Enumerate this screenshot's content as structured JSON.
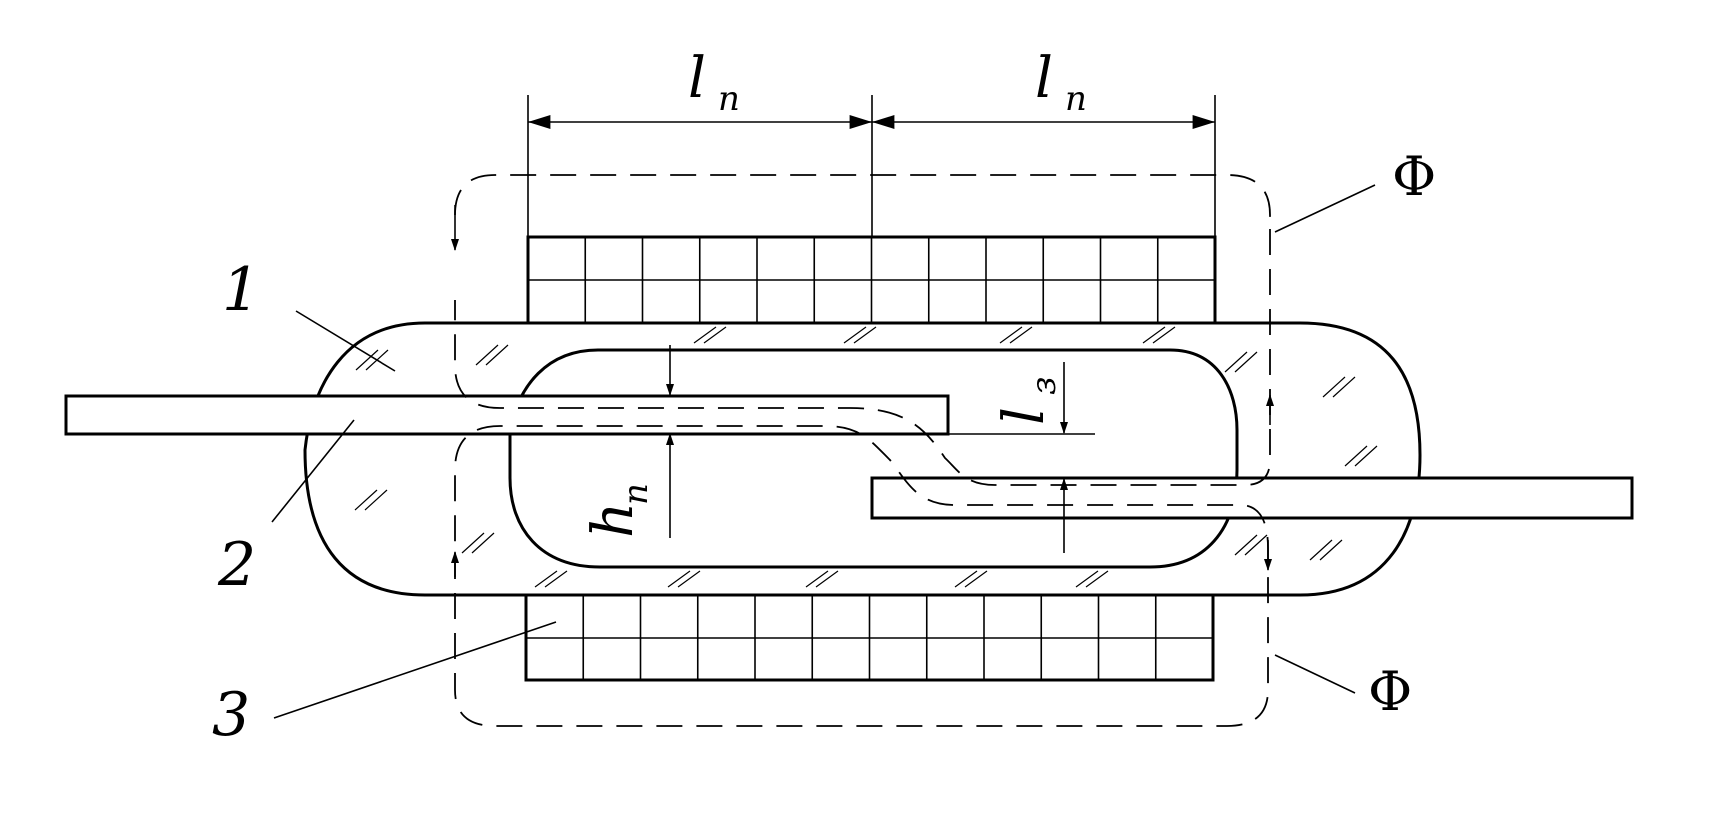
{
  "labels": {
    "length_top_left": "l",
    "length_top_left_sub": "п",
    "length_top_right": "l",
    "length_top_right_sub": "п",
    "gap": "l",
    "gap_sub": "з",
    "height": "h",
    "height_sub": "п",
    "flux_top": "Φ",
    "flux_bottom": "Φ",
    "part_1": "1",
    "part_2": "2",
    "part_3": "3"
  }
}
